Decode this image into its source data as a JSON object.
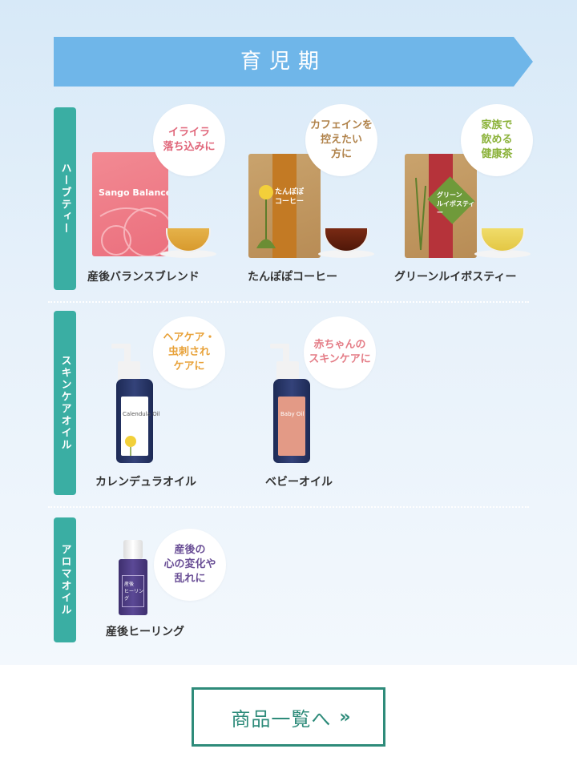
{
  "header": {
    "title": "育児期"
  },
  "categories": [
    {
      "label": "ハーブティー"
    },
    {
      "label": "スキンケアオイル"
    },
    {
      "label": "アロマオイル"
    }
  ],
  "herbal": [
    {
      "name": "産後バランスブレンド",
      "bubble": "イライラ\n落ち込みに",
      "bubble_color": "#e0667a",
      "pkg_text": "Sango Balance"
    },
    {
      "name": "たんぽぽコーヒー",
      "bubble": "カフェインを\n控えたい\n方に",
      "bubble_color": "#b0824a",
      "pkg_text": "たんぽぽ\nコーヒー"
    },
    {
      "name": "グリーンルイボスティー",
      "bubble": "家族で\n飲める\n健康茶",
      "bubble_color": "#8bb23a",
      "pkg_text": "グリーン\nルイボスティー"
    }
  ],
  "skincare": [
    {
      "name": "カレンデュラオイル",
      "bubble": "ヘアケア・\n虫刺され\nケアに",
      "bubble_color": "#e8a23a",
      "label_text": "Calendula Oil"
    },
    {
      "name": "ベビーオイル",
      "bubble": "赤ちゃんの\nスキンケアに",
      "bubble_color": "#e47c86",
      "label_text": "Baby Oil"
    }
  ],
  "aroma": [
    {
      "name": "産後ヒーリング",
      "bubble": "産後の\n心の変化や\n乱れに",
      "bubble_color": "#6a4f96",
      "label_text": "産後\nヒーリング"
    }
  ],
  "cta": {
    "label": "商品一覧へ",
    "icon": "»"
  },
  "colors": {
    "accent": "#3aaea3",
    "cta": "#2e8b7a",
    "banner": "#6fb6e9"
  }
}
